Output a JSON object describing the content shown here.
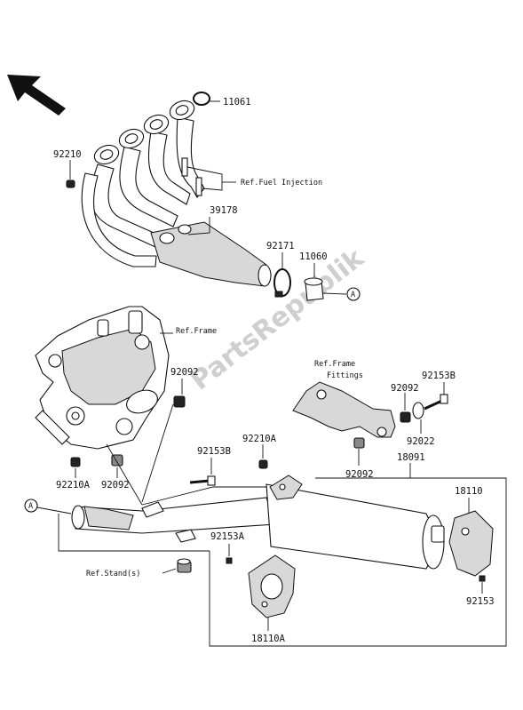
{
  "watermark": "PartsRepublik",
  "labels": {
    "p11061": "11061",
    "p92210": "92210",
    "ref_fuel_injection": "Ref.Fuel Injection",
    "p39178": "39178",
    "p92171": "92171",
    "p11060": "11060",
    "circle_a_top": "A",
    "ref_frame": "Ref.Frame",
    "p92092_a": "92092",
    "ref_frame_fittings_1": "Ref.Frame",
    "ref_frame_fittings_2": "Fittings",
    "p92153b_a": "92153B",
    "p92092_b": "92092",
    "p92022": "92022",
    "p92210a_a": "92210A",
    "p92092_c": "92092",
    "p92210a_b": "92210A",
    "p92153b_b": "92153B",
    "p92092_d": "92092",
    "p18091": "18091",
    "p18110": "18110",
    "circle_a_bottom": "A",
    "p92153a": "92153A",
    "ref_stands": "Ref.Stand(s)",
    "p92153": "92153",
    "p18110a": "18110A"
  }
}
